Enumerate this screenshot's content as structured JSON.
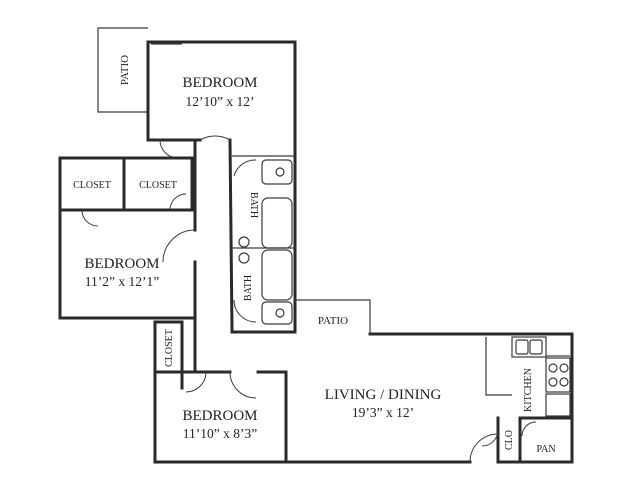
{
  "rooms": {
    "bedroom_top": {
      "name": "BEDROOM",
      "dims": "12’10” x 12’"
    },
    "bedroom_left": {
      "name": "BEDROOM",
      "dims": "11’2” x 12’1”"
    },
    "bedroom_bottom": {
      "name": "BEDROOM",
      "dims": "11’10” x 8’3”"
    },
    "living": {
      "name": "LIVING / DINING",
      "dims": "19’3” x 12’"
    }
  },
  "labels": {
    "patio_top": "PATIO",
    "patio_middle": "PATIO",
    "closet_left": "CLOSET",
    "closet_right": "CLOSET",
    "closet_lower": "CLOSET",
    "bath_upper": "BATH",
    "bath_lower": "BATH",
    "kitchen": "KITCHEN",
    "clo": "CLO",
    "pan": "PAN"
  }
}
